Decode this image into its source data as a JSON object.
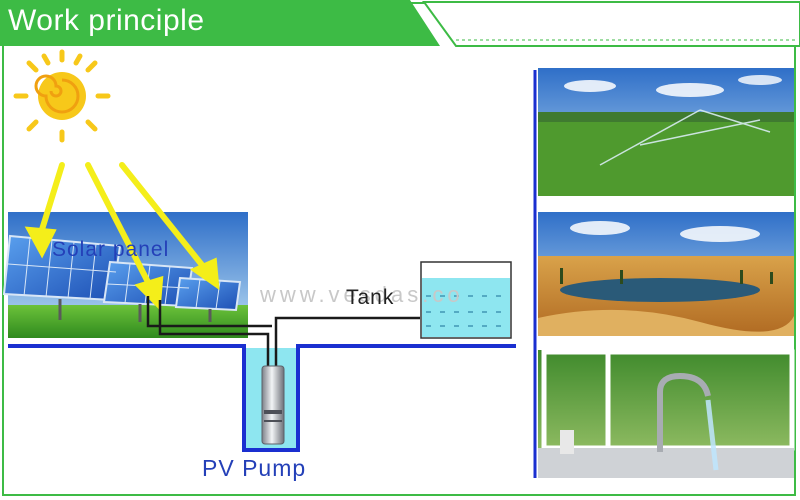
{
  "header": {
    "title": "Work principle"
  },
  "diagram": {
    "solar_panel_label": "Solar panel",
    "tank_label": "Tank",
    "pump_label": "PV Pump",
    "watermark_text": "www.vesdas.co"
  },
  "colors": {
    "header_green": "#3dbb45",
    "pipe_blue": "#1a2fd0",
    "water": "#8ee6f0",
    "sun": "#f7c81a",
    "ray": "#f4ee1a"
  }
}
